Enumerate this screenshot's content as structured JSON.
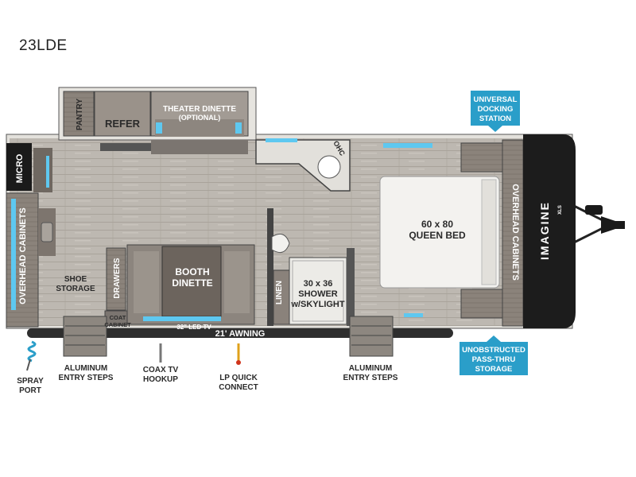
{
  "model": "23LDE",
  "colors": {
    "floor": "#b9b4ad",
    "wall": "#3e3e3e",
    "cabinet": "#8a8179",
    "callout": "#2a9ec9",
    "awning": "#2e2e2e",
    "led": "#5ec8f0"
  },
  "rooms": {
    "pantry": "PANTRY",
    "refer": "REFER",
    "theater_dinette": "THEATER DINETTE",
    "theater_optional": "(OPTIONAL)",
    "micro": "MICRO",
    "overhead_left": "OVERHEAD CABINETS",
    "shoe_storage_1": "SHOE",
    "shoe_storage_2": "STORAGE",
    "drawers": "DRAWERS",
    "coat_cabinet_1": "COAT",
    "coat_cabinet_2": "CABINET",
    "booth_dinette_1": "BOOTH",
    "booth_dinette_2": "DINETTE",
    "led_tv": "32\" LED TV",
    "ohc": "OHC",
    "linen": "LINEN",
    "shower_1": "30 x 36",
    "shower_2": "SHOWER",
    "shower_3": "w/SKYLIGHT",
    "bed_1": "60 x 80",
    "bed_2": "QUEEN BED",
    "overhead_right": "OVERHEAD CABINETS",
    "brand": "IMAGINE",
    "brand_sub": "XLS",
    "awning": "21' AWNING"
  },
  "callouts": {
    "docking_1": "UNIVERSAL",
    "docking_2": "DOCKING",
    "docking_3": "STATION",
    "storage_1": "UNOBSTRUCTED",
    "storage_2": "PASS-THRU",
    "storage_3": "STORAGE"
  },
  "features": {
    "spray_1": "SPRAY",
    "spray_2": "PORT",
    "steps_left_1": "ALUMINUM",
    "steps_left_2": "ENTRY STEPS",
    "coax_1": "COAX TV",
    "coax_2": "HOOKUP",
    "lp_1": "LP QUICK",
    "lp_2": "CONNECT",
    "steps_right_1": "ALUMINUM",
    "steps_right_2": "ENTRY STEPS"
  }
}
